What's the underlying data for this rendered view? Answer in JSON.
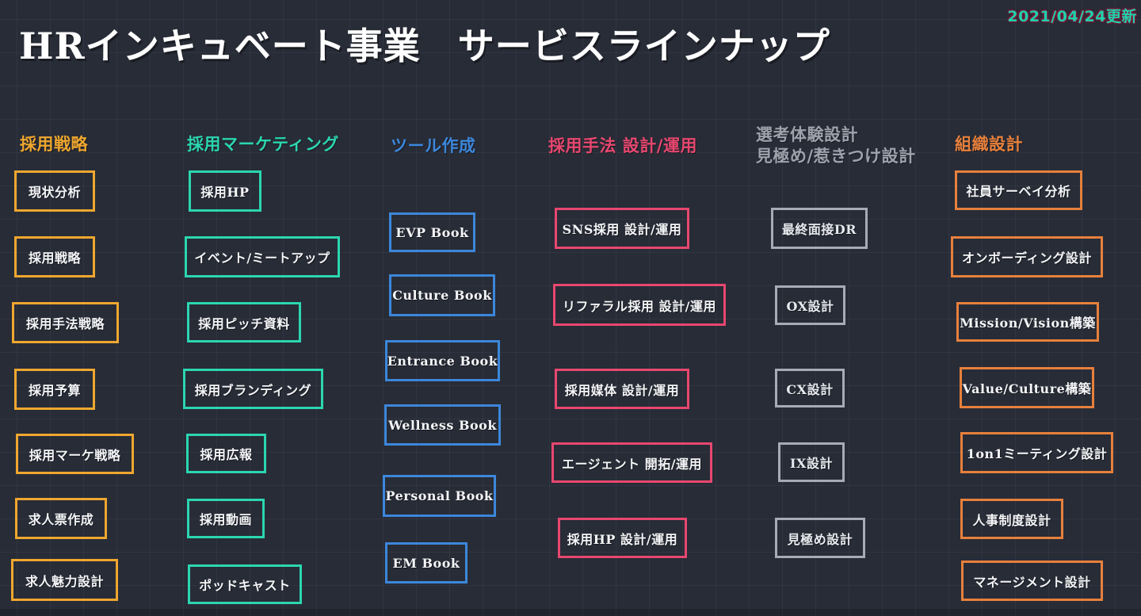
{
  "page": {
    "title": "HRインキュベート事業　サービスラインナップ",
    "updated_label": "2021/04/24更新"
  },
  "colors": {
    "background": "#282C37",
    "grid_line": "#3A4150",
    "title_text": "#FFFFFF",
    "updated_text": "#1FD1AC",
    "updated_halo": "#8A1538",
    "box_text": "#F4F5F7",
    "column_recruit_strategy": "#EFA72F",
    "column_recruit_marketing": "#2BD6B0",
    "column_tool_creation": "#3C87DB",
    "column_recruit_methods": "#E8476F",
    "column_selection_experience": "#A6ACB5",
    "column_org_design": "#E7803C"
  },
  "columns": [
    {
      "label": "採用戦略",
      "items": [
        {
          "label": "現状分析"
        },
        {
          "label": "採用戦略"
        },
        {
          "label": "採用手法戦略"
        },
        {
          "label": "採用予算"
        },
        {
          "label": "採用マーケ戦略"
        },
        {
          "label": "求人票作成"
        },
        {
          "label": "求人魅力設計"
        }
      ]
    },
    {
      "label": "採用マーケティング",
      "items": [
        {
          "label": "採用HP"
        },
        {
          "label": "イベント/ミートアップ"
        },
        {
          "label": "採用ピッチ資料"
        },
        {
          "label": "採用ブランディング"
        },
        {
          "label": "採用広報"
        },
        {
          "label": "採用動画"
        },
        {
          "label": "ポッドキャスト"
        }
      ]
    },
    {
      "label": "ツール作成",
      "items": [
        {
          "label": "EVP Book"
        },
        {
          "label": "Culture Book"
        },
        {
          "label": "Entrance Book"
        },
        {
          "label": "Wellness Book"
        },
        {
          "label": "Personal Book"
        },
        {
          "label": "EM Book"
        }
      ]
    },
    {
      "label": "採用手法 設計/運用",
      "items": [
        {
          "label": "SNS採用 設計/運用"
        },
        {
          "label": "リファラル採用 設計/運用"
        },
        {
          "label": "採用媒体 設計/運用"
        },
        {
          "label": "エージェント 開拓/運用"
        },
        {
          "label": "採用HP 設計/運用"
        }
      ]
    },
    {
      "label": "選考体験設計\n見極め/惹きつけ設計",
      "items": [
        {
          "label": "最終面接DR"
        },
        {
          "label": "OX設計"
        },
        {
          "label": "CX設計"
        },
        {
          "label": "IX設計"
        },
        {
          "label": "見極め設計"
        }
      ]
    },
    {
      "label": "組織設計",
      "items": [
        {
          "label": "社員サーベイ分析"
        },
        {
          "label": "オンボーディング設計"
        },
        {
          "label": "Mission/Vision構築"
        },
        {
          "label": "Value/Culture構築"
        },
        {
          "label": "1on1ミーティング設計"
        },
        {
          "label": "人事制度設計"
        },
        {
          "label": "マネージメント設計"
        }
      ]
    }
  ]
}
